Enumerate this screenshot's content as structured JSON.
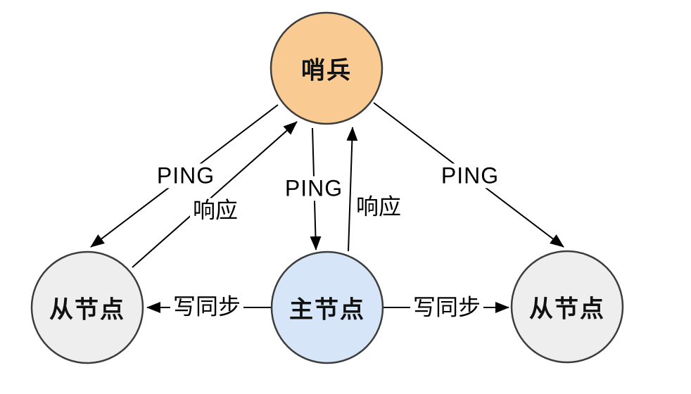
{
  "diagram": {
    "title_hint": "redis-sentinel-topology",
    "nodes": {
      "sentinel": {
        "label": "哨兵",
        "fill": "#F9CB92"
      },
      "master": {
        "label": "主节点",
        "fill": "#D6E6F8"
      },
      "slave_left": {
        "label": "从节点",
        "fill": "#EEEEEE"
      },
      "slave_right": {
        "label": "从节点",
        "fill": "#EEEEEE"
      }
    },
    "edges": {
      "ping_left": {
        "label": "PING"
      },
      "response_left": {
        "label": "响应"
      },
      "ping_middle": {
        "label": "PING"
      },
      "response_middle": {
        "label": "响应"
      },
      "ping_right": {
        "label": "PING"
      },
      "sync_left": {
        "label": "写同步"
      },
      "sync_right": {
        "label": "写同步"
      }
    },
    "colors": {
      "node_stroke": "#3D3D3D",
      "arrow": "#000000",
      "background": "#FFFFFF"
    }
  }
}
